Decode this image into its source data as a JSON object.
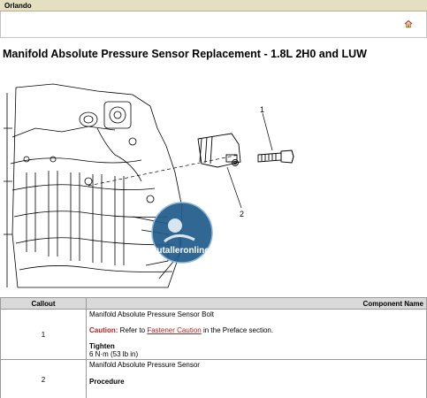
{
  "topbar": {
    "vehicle": "Orlando"
  },
  "header": {
    "home_icon": "home-icon"
  },
  "page": {
    "title": "Manifold Absolute Pressure Sensor Replacement - 1.8L 2H0 and LUW"
  },
  "figure": {
    "callout_1": "1",
    "callout_2": "2",
    "watermark": "tutalleronline"
  },
  "table": {
    "headers": {
      "callout": "Callout",
      "component": "Component Name"
    },
    "rows": [
      {
        "callout": "1",
        "component": "Manifold Absolute Pressure Sensor Bolt",
        "caution_label": "Caution:",
        "caution_pre": " Refer to ",
        "caution_link": "Fastener Caution",
        "caution_post": " in the Preface section.",
        "tighten_label": "Tighten",
        "tighten_value": "6 N·m (53 lb in)"
      },
      {
        "callout": "2",
        "component": "Manifold Absolute Pressure Sensor",
        "procedure_label": "Procedure"
      }
    ]
  }
}
